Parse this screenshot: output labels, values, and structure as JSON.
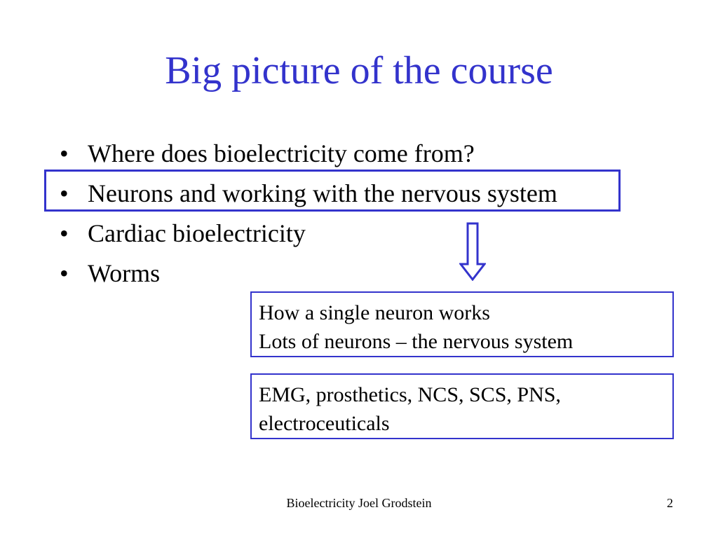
{
  "slide": {
    "title": "Big picture of the course",
    "bullets": [
      "Where does bioelectricity come from?",
      "Neurons and working with the nervous system",
      "Cardiac bioelectricity",
      "Worms"
    ],
    "bullet_symbol": "•",
    "detail_boxes": [
      {
        "lines": [
          "How a single neuron works",
          "Lots of neurons – the nervous system"
        ]
      },
      {
        "lines": [
          "EMG, prosthetics, NCS, SCS, PNS,",
          "electroceuticals"
        ]
      }
    ],
    "highlighted_bullet_index": 1
  },
  "footer": {
    "text": "Bioelectricity Joel Grodstein",
    "page_number": "2"
  },
  "colors": {
    "title": "#3333cc",
    "box_border": "#3333cc",
    "text": "#000000",
    "background": "#ffffff"
  },
  "icons": {
    "arrow": "down-arrow-icon"
  }
}
